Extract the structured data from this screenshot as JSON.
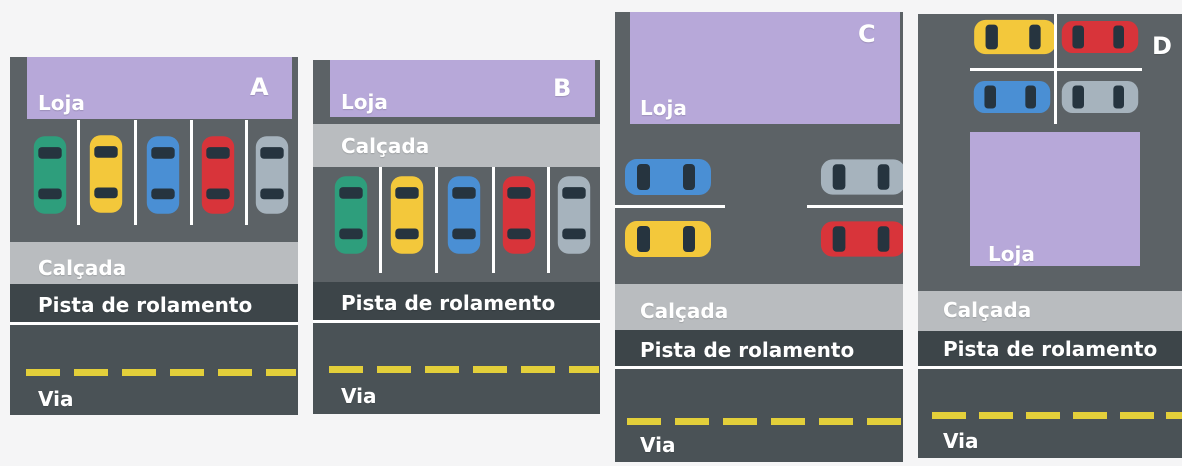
{
  "panels": [
    {
      "letter": "A",
      "store": "Loja",
      "sidewalk": "Calçada",
      "lane": "Pista de rolamento",
      "road": "Via"
    },
    {
      "letter": "B",
      "store": "Loja",
      "sidewalk": "Calçada",
      "lane": "Pista de rolamento",
      "road": "Via"
    },
    {
      "letter": "C",
      "store": "Loja",
      "sidewalk": "Calçada",
      "lane": "Pista de rolamento",
      "road": "Via"
    },
    {
      "letter": "D",
      "store": "Loja",
      "sidewalk": "Calçada",
      "lane": "Pista de rolamento",
      "road": "Via"
    }
  ],
  "colors": {
    "store": "#b7a8d9",
    "sidewalk": "#b9bcbf",
    "asphalt": "#5c6266",
    "lane": "#3d4549",
    "dash": "#e3cf3a",
    "cars": [
      "green",
      "yellow",
      "blue",
      "red",
      "silver"
    ]
  }
}
